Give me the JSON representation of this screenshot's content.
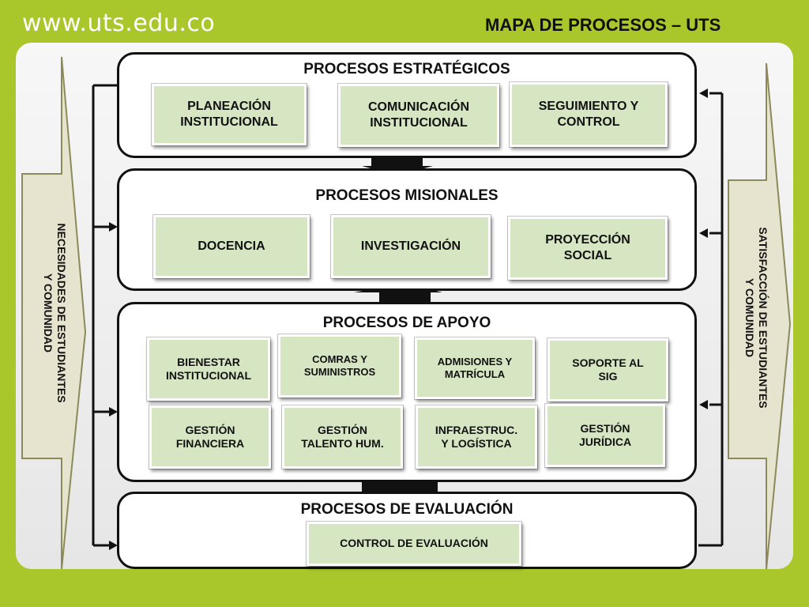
{
  "header": {
    "url": "www.uts.edu.co",
    "title": "MAPA DE PROCESOS – UTS"
  },
  "side": {
    "left": "NECESIDADES DE ESTUDIANTES\nY COMUNIDAD",
    "right": "SATISFACCIÓN DE ESTUDIANTES\nY COMUNIDAD"
  },
  "sections": {
    "estrategicos": {
      "title": "PROCESOS ESTRATÉGICOS",
      "items": [
        "PLANEACIÓN\nINSTITUCIONAL",
        "COMUNICACIÓN\nINSTITUCIONAL",
        "SEGUIMIENTO Y\nCONTROL"
      ]
    },
    "misionales": {
      "title": "PROCESOS MISIONALES",
      "items": [
        "DOCENCIA",
        "INVESTIGACIÓN",
        "PROYECCIÓN\nSOCIAL"
      ]
    },
    "apoyo": {
      "title": "PROCESOS DE APOYO",
      "items": [
        "BIENESTAR\nINSTITUCIONAL",
        "COMRAS Y\nSUMINISTROS",
        "ADMISIONES Y\nMATRÍCULA",
        "SOPORTE AL\nSIG",
        "GESTIÓN\nFINANCIERA",
        "GESTIÓN\nTALENTO HUM.",
        "INFRAESTRUC.\nY LOGÍSTICA",
        "GESTIÓN\nJURÍDICA"
      ]
    },
    "evaluacion": {
      "title": "PROCESOS DE EVALUACIÓN",
      "items": [
        "CONTROL DE EVALUACIÓN"
      ]
    }
  },
  "colors": {
    "background": "#a9c72a",
    "box_fill": "#d6e6c3",
    "side_arrow_fill": "#e6e3cf",
    "side_arrow_border": "#8c8a5a"
  }
}
